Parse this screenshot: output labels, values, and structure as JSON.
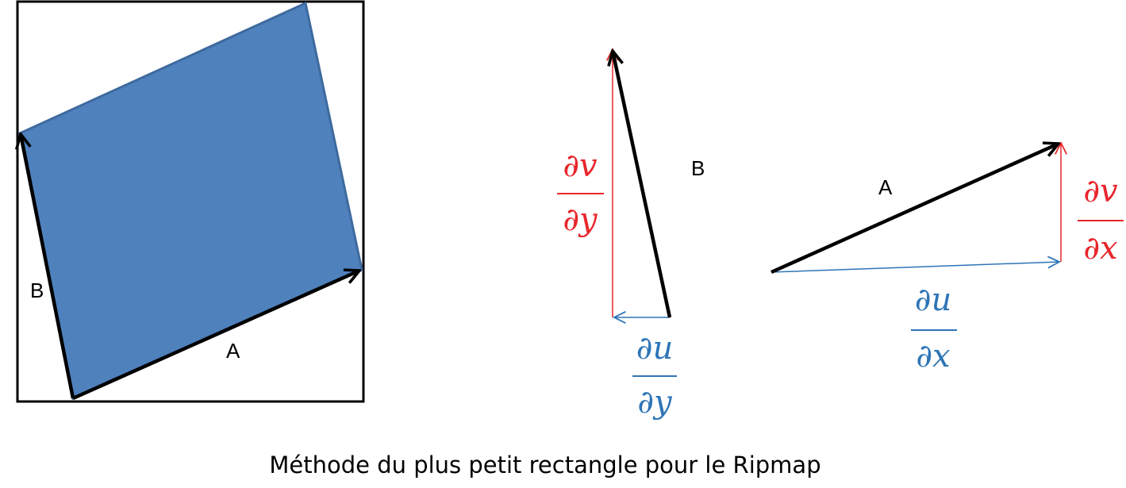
{
  "colors": {
    "parallelogram_fill": "#4F81BD",
    "parallelogram_edge": "#3E6A9E",
    "vector": "#000000",
    "dv_color": "#E8262B",
    "du_color": "#2E75B6",
    "frame": "#000000"
  },
  "left_figure": {
    "label_a": "A",
    "label_b": "B"
  },
  "middle_figure": {
    "label_b": "B",
    "dv": {
      "num": "∂v",
      "den": "∂y"
    },
    "du": {
      "num": "∂u",
      "den": "∂y"
    }
  },
  "right_figure": {
    "label_a": "A",
    "dv": {
      "num": "∂v",
      "den": "∂x"
    },
    "du": {
      "num": "∂u",
      "den": "∂x"
    }
  },
  "caption": "Méthode du plus petit rectangle pour le Ripmap"
}
